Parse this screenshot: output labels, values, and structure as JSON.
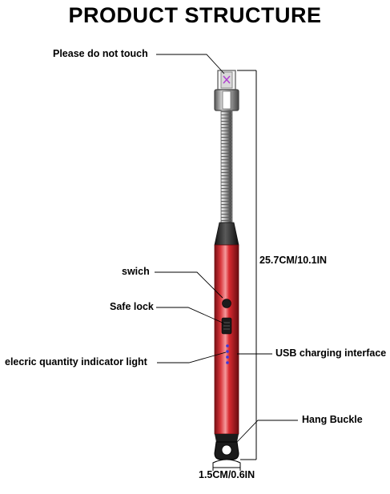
{
  "title": "PRODUCT STRUCTURE",
  "labels": {
    "touch": "Please do not  touch",
    "switch": "swich",
    "safe_lock": "Safe lock",
    "indicator": "elecric quantity  indicator light",
    "usb": "USB charging interface",
    "buckle": "Hang  Buckle",
    "length": "25.7CM/10.1IN",
    "width": "1.5CM/0.6IN"
  },
  "colors": {
    "body_red": "#c8242a",
    "metal": "#9c9ca0",
    "indicator_blue": "#3a3ae0",
    "arc_purple": "#b040d0"
  }
}
